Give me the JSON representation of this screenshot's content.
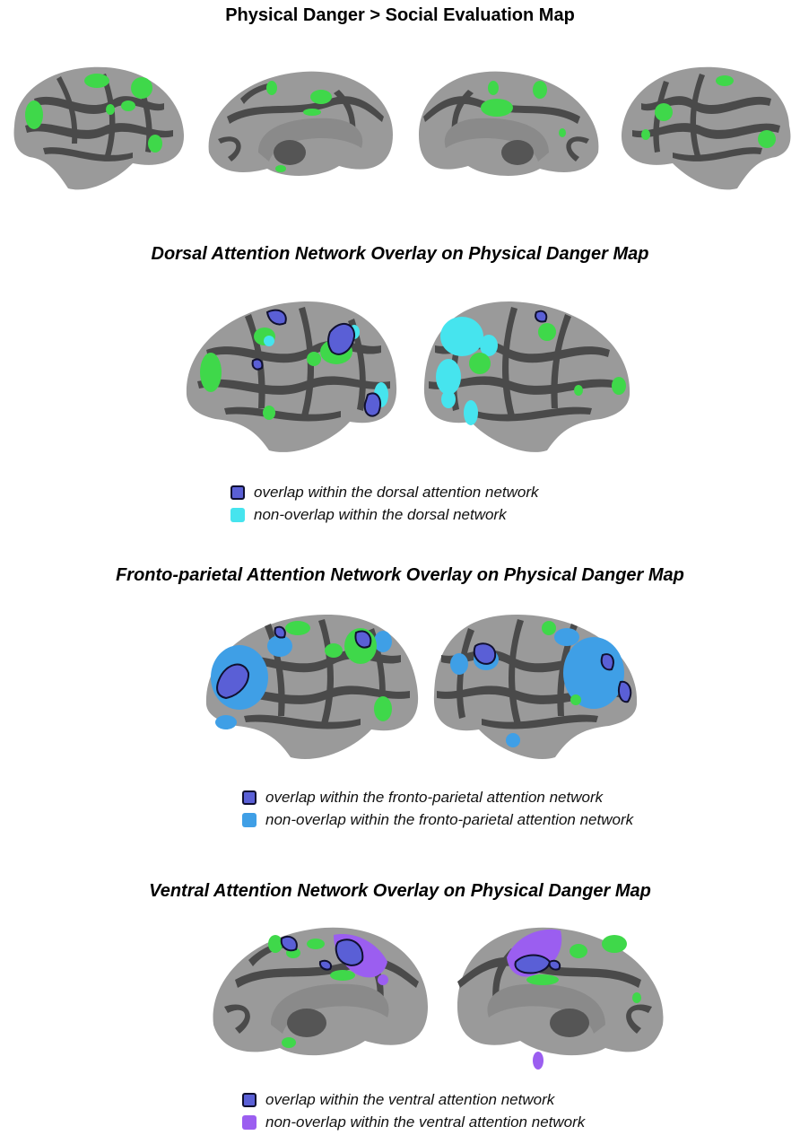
{
  "panels": [
    {
      "title": "Physical Danger > Social Evaluation Map"
    },
    {
      "title": "Dorsal Attention Network Overlay on Physical Danger Map",
      "legend": [
        {
          "label": "overlap within the dorsal attention network",
          "color": "#5a5fd6"
        },
        {
          "label": "non-overlap within the dorsal network",
          "color": "#46e4ee"
        }
      ]
    },
    {
      "title": "Fronto-parietal Attention Network Overlay on Physical Danger Map",
      "legend": [
        {
          "label": "overlap within the fronto-parietal attention network",
          "color": "#5a5fd6"
        },
        {
          "label": "non-overlap within the fronto-parietal attention network",
          "color": "#3f9fe6"
        }
      ]
    },
    {
      "title": "Ventral Attention Network Overlay on Physical Danger Map",
      "legend": [
        {
          "label": "overlap within the ventral attention network",
          "color": "#5a5fd6"
        },
        {
          "label": "non-overlap within the ventral attention network",
          "color": "#9b5ef0"
        }
      ]
    }
  ],
  "colors": {
    "cortex_light": "#9a9a9a",
    "cortex_dark": "#4a4a4a",
    "activation_green": "#3fd84a",
    "overlap_blue": "#5a5fd6",
    "nonoverlap_cyan": "#46e4ee",
    "nonoverlap_lightblue": "#3f9fe6",
    "nonoverlap_purple": "#9b5ef0"
  }
}
